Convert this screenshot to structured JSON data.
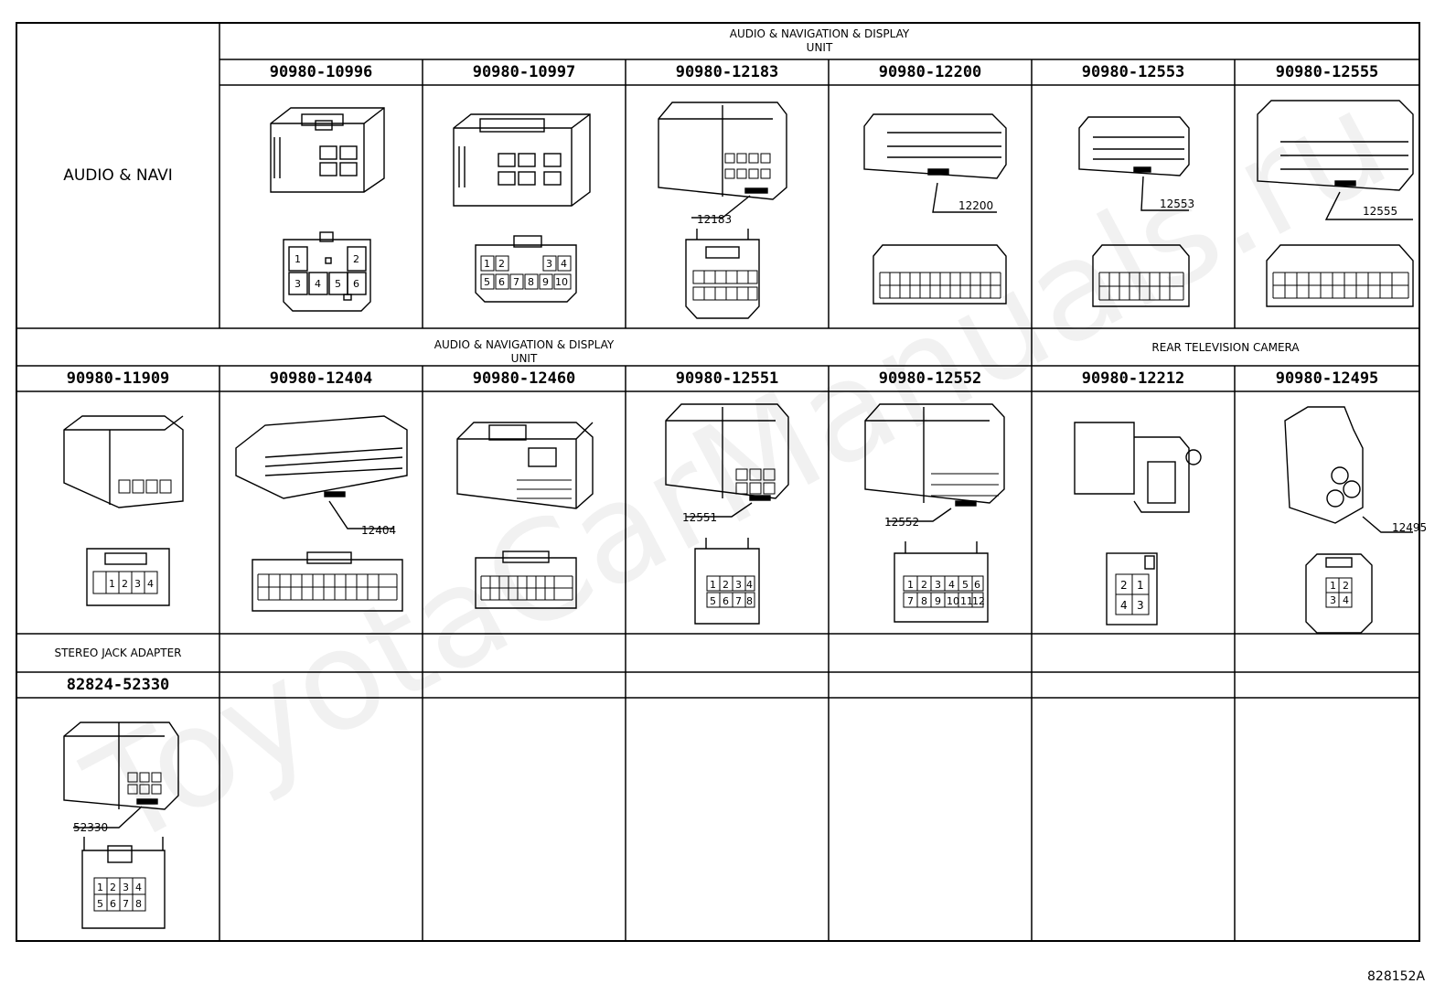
{
  "row1": {
    "side_label": "AUDIO & NAVI",
    "group_header": [
      "AUDIO & NAVIGATION & DISPLAY",
      "UNIT"
    ],
    "parts": [
      "90980-10996",
      "90980-10997",
      "90980-12183",
      "90980-12200",
      "90980-12553",
      "90980-12555"
    ],
    "callouts": [
      "12183",
      "12200",
      "12553",
      "12555"
    ]
  },
  "row2": {
    "group_header_1": [
      "AUDIO & NAVIGATION & DISPLAY",
      "UNIT"
    ],
    "group_header_2": "REAR TELEVISION CAMERA",
    "parts": [
      "90980-11909",
      "90980-12404",
      "90980-12460",
      "90980-12551",
      "90980-12552",
      "90980-12212",
      "90980-12495"
    ],
    "callouts": [
      "12404",
      "12551",
      "12552",
      "12495"
    ]
  },
  "row3": {
    "group_header": "STEREO JACK ADAPTER",
    "parts": [
      "82824-52330"
    ],
    "callouts": [
      "52330"
    ]
  },
  "watermark": "ToyotaCarManuals.ru",
  "figure_id": "828152A"
}
